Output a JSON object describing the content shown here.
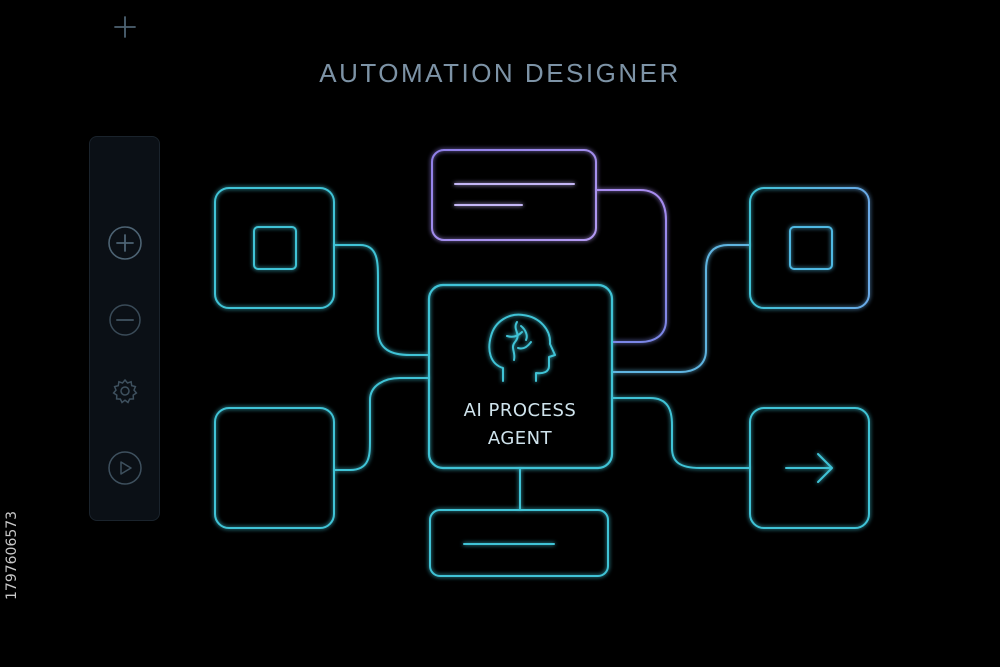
{
  "title": "AUTOMATION DESIGNER",
  "toolbar": {
    "tools": [
      {
        "icon": "plus-icon"
      },
      {
        "icon": "zoom-in-icon"
      },
      {
        "icon": "zoom-out-icon"
      },
      {
        "icon": "gear-icon"
      },
      {
        "icon": "play-icon"
      }
    ]
  },
  "center_node": {
    "line1": "AI PROCESS",
    "line2": "AGENT",
    "icon": "brain-head-icon"
  },
  "nodes": {
    "top_left": {
      "icon": "square-icon"
    },
    "bottom_left": {
      "icon": "none"
    },
    "top_center": {
      "icon": "text-lines-icon"
    },
    "top_right": {
      "icon": "square-icon"
    },
    "bottom_right": {
      "icon": "arrow-right-icon"
    },
    "bottom_center": {
      "icon": "line-icon"
    }
  },
  "watermark_id": "1797606573",
  "colors": {
    "accent_cyan": "#3fc3d6",
    "accent_violet": "#a88cf0",
    "text": "#cfe3ec",
    "title": "#7d93a6"
  }
}
